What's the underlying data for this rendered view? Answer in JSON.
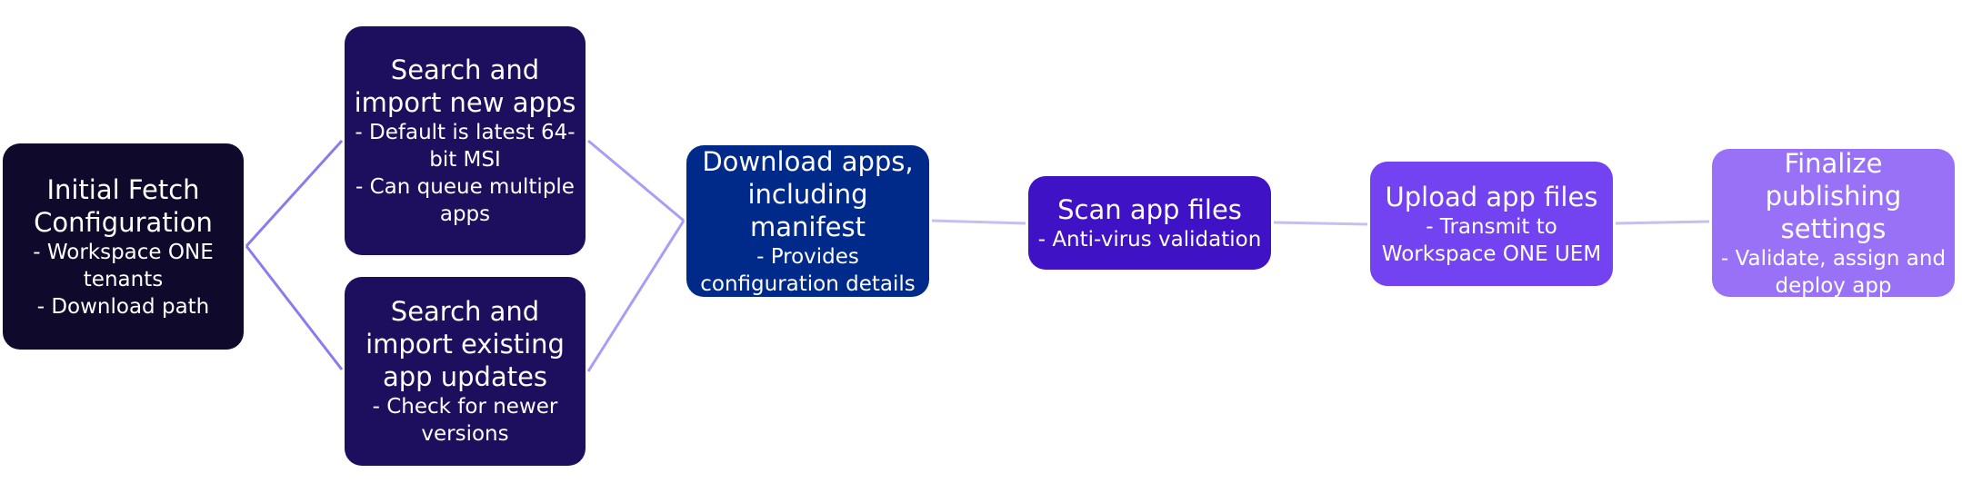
{
  "diagram": {
    "nodes": [
      {
        "id": "initial",
        "title": "Initial Fetch Configuration",
        "details": [
          "- Workspace ONE tenants",
          "- Download path"
        ],
        "color": "#0f0a2b"
      },
      {
        "id": "search-new",
        "title": "Search and import new apps",
        "details": [
          "- Default is latest 64-bit MSI",
          "- Can queue multiple apps"
        ],
        "color": "#1e0e5e"
      },
      {
        "id": "search-upd",
        "title": "Search and import existing app updates",
        "details": [
          "- Check for newer versions"
        ],
        "color": "#1e0e5e"
      },
      {
        "id": "download",
        "title": "Download apps, including manifest",
        "details": [
          "- Provides configuration details"
        ],
        "color": "#002a8a"
      },
      {
        "id": "scan",
        "title": "Scan app files",
        "details": [
          "- Anti-virus validation"
        ],
        "color": "#3f12c6"
      },
      {
        "id": "upload",
        "title": "Upload app files",
        "details": [
          "- Transmit to Workspace ONE UEM"
        ],
        "color": "#7343f2"
      },
      {
        "id": "finalize",
        "title": "Finalize publishing settings",
        "details": [
          "- Validate, assign and deploy app"
        ],
        "color": "#9871f7"
      }
    ],
    "edges": [
      {
        "from": "initial",
        "to": "search-new"
      },
      {
        "from": "initial",
        "to": "search-upd"
      },
      {
        "from": "search-new",
        "to": "download"
      },
      {
        "from": "search-upd",
        "to": "download"
      },
      {
        "from": "download",
        "to": "scan"
      },
      {
        "from": "scan",
        "to": "upload"
      },
      {
        "from": "upload",
        "to": "finalize"
      }
    ],
    "edge_colors": {
      "branch": "#8f79ee",
      "merge": "#ac9bf7",
      "linear": "#c5bff2"
    }
  }
}
